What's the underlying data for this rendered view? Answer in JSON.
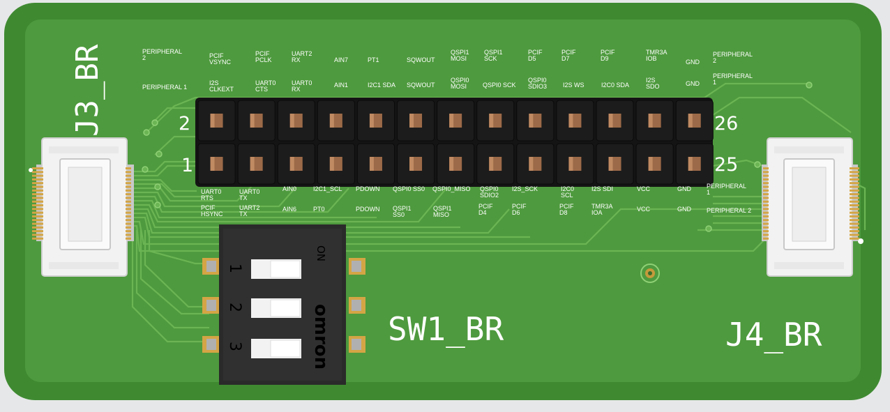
{
  "board": {
    "refdes_j3": "J3_BR",
    "refdes_j4": "J4_BR",
    "refdes_sw1": "SW1_BR",
    "header_pin_numbers": [
      "2",
      "1",
      "26",
      "25"
    ],
    "colors": {
      "board_background": "#4e9a3e",
      "board_edge": "#3f8a31",
      "trace": "#6cb554",
      "silkscreen": "#ffffff",
      "pin_header_body": "#141414",
      "pin_gold": "#9c6a48",
      "connector_body": "#f2f2f2",
      "switch_body": "#2a2a2a"
    }
  },
  "header_labels": {
    "top_row_1": [
      "PERIPHERAL 2",
      "PCIF VSYNC",
      "PCIF PCLK",
      "UART2 RX",
      "AIN7",
      "PT1",
      "SQWOUT",
      "QSPI1 MOSI",
      "QSPI1 SCK",
      "PCIF D5",
      "PCIF D7",
      "PCIF D9",
      "TMR3A IOB",
      "GND",
      "PERIPHERAL 2"
    ],
    "top_row_2": [
      "PERIPHERAL 1",
      "I2S CLKEXT",
      "UART0 CTS",
      "UART0 RX",
      "AIN1",
      "I2C1 SDA",
      "SQWOUT",
      "QSPI0 MOSI",
      "QSPI0 SCK",
      "QSPI0 SDIO3",
      "I2S WS",
      "I2C0 SDA",
      "I2S SDO",
      "GND",
      "PERIPHERAL 1"
    ],
    "bottom_row_1": [
      "UART0 RTS",
      "UART0 TX",
      "AIN0",
      "I2C1_SCL",
      "PDOWN",
      "QSPI0 SS0",
      "QSPI0_MISO",
      "QSPI0 SDIO2",
      "I2S_SCK",
      "I2C0 SCL",
      "I2S SDI",
      "VCC",
      "GND",
      "PERIPHERAL 1"
    ],
    "bottom_row_2": [
      "PCIF HSYNC",
      "UART2 TX",
      "AIN6",
      "PT0",
      "PDOWN",
      "QSPI1 SS0",
      "QSPI1 MISO",
      "PCIF D4",
      "PCIF D6",
      "PCIF D8",
      "TMR3A IOA",
      "VCC",
      "GND",
      "PERIPHERAL 2"
    ]
  },
  "dip_switch": {
    "brand": "omron",
    "on_label": "ON",
    "positions": [
      "1",
      "2",
      "3"
    ]
  }
}
